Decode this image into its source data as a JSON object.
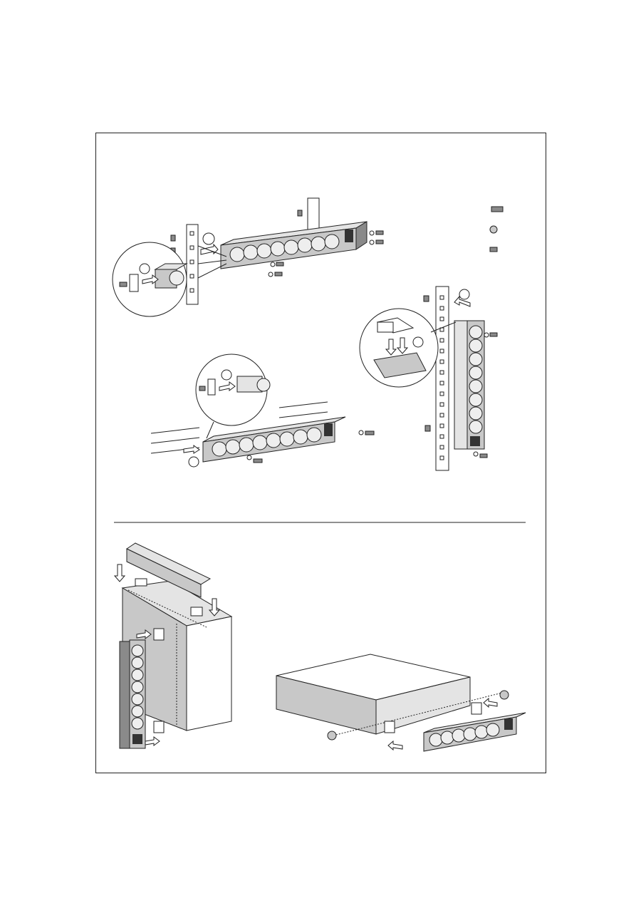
{
  "colors": {
    "line": "#222222",
    "panel": "#c8c8c8",
    "background": "#ffffff"
  },
  "figures": [
    {
      "id": "rack-horizontal-mount",
      "step_markers": 2
    },
    {
      "id": "rack-vertical-mount",
      "step_markers": 2
    },
    {
      "id": "wall-mount",
      "step_markers": 2
    },
    {
      "id": "tower-ups-mount",
      "step_markers": 0
    },
    {
      "id": "rack-ups-mount",
      "step_markers": 0
    }
  ]
}
